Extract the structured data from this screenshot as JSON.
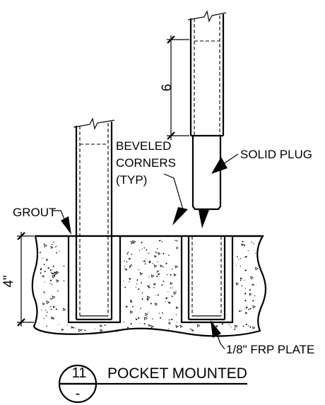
{
  "labels": {
    "beveled_line1": "BEVELED",
    "beveled_line2": "CORNERS",
    "beveled_line3": "(TYP)",
    "solid_plug": "SOLID PLUG",
    "grout": "GROUT",
    "frp_plate": "1/8\" FRP PLATE"
  },
  "dimensions": {
    "plug_length": "6",
    "pocket_depth": "4\""
  },
  "title_block": {
    "detail_number": "11",
    "sheet_ref": "-",
    "title": "POCKET MOUNTED"
  }
}
